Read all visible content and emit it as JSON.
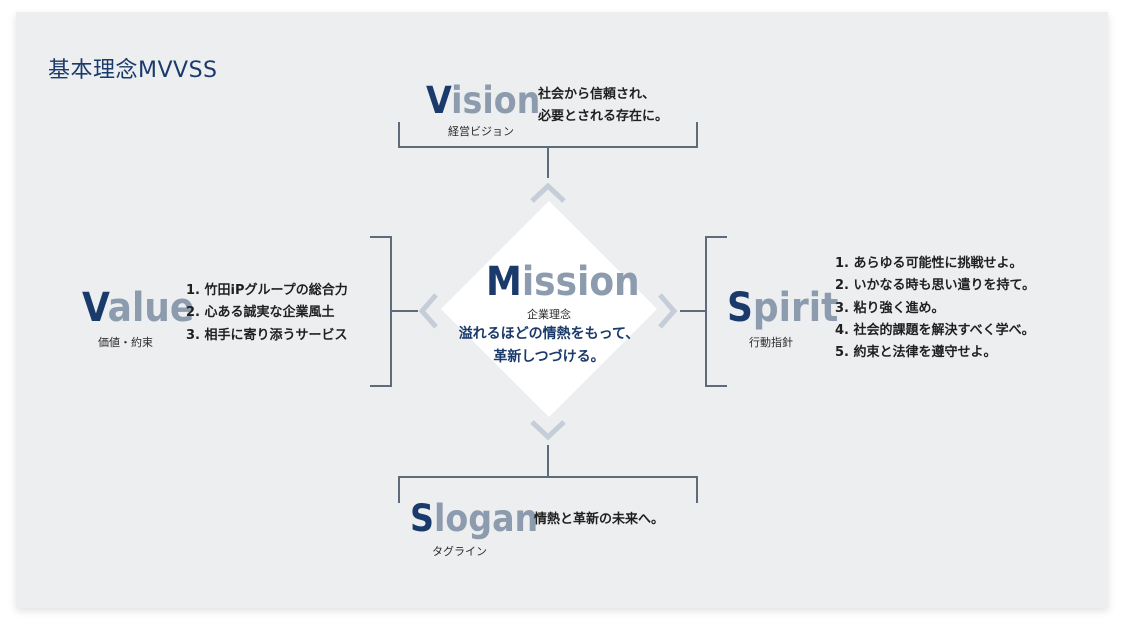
{
  "page_title": "基本理念MVVSS",
  "vision": {
    "initial": "V",
    "rest": "ision",
    "subtitle": "経営ビジョン",
    "lines": [
      "社会から信頼され、",
      "必要とされる存在に。"
    ]
  },
  "mission": {
    "initial": "M",
    "rest": "ission",
    "subtitle": "企業理念",
    "lines": [
      "溢れるほどの情熱をもって、",
      "革新しつづける。"
    ]
  },
  "value": {
    "initial": "V",
    "rest": "alue",
    "subtitle": "価値・約束",
    "lines": [
      "1. 竹田iPグループの総合力",
      "2. 心ある誠実な企業風土",
      "3. 相手に寄り添うサービス"
    ]
  },
  "spirit": {
    "initial": "S",
    "rest": "pirit",
    "subtitle": "行動指針",
    "lines": [
      "1. あらゆる可能性に挑戦せよ。",
      "2. いかなる時も思い遣りを持て。",
      "3. 粘り強く進め。",
      "4. 社会的課題を解決すべく学べ。",
      "5. 約束と法律を遵守せよ。"
    ]
  },
  "slogan": {
    "initial": "S",
    "rest": "logan",
    "subtitle": "タグライン",
    "lines": [
      "情熱と革新の未来へ。"
    ]
  },
  "colors": {
    "navy": "#1a3a6b",
    "gray_text": "#8c9bad",
    "bracket": "#5d6b7a",
    "chevron": "#c5ced8",
    "background": "#eceeef",
    "diamond": "#ffffff"
  }
}
